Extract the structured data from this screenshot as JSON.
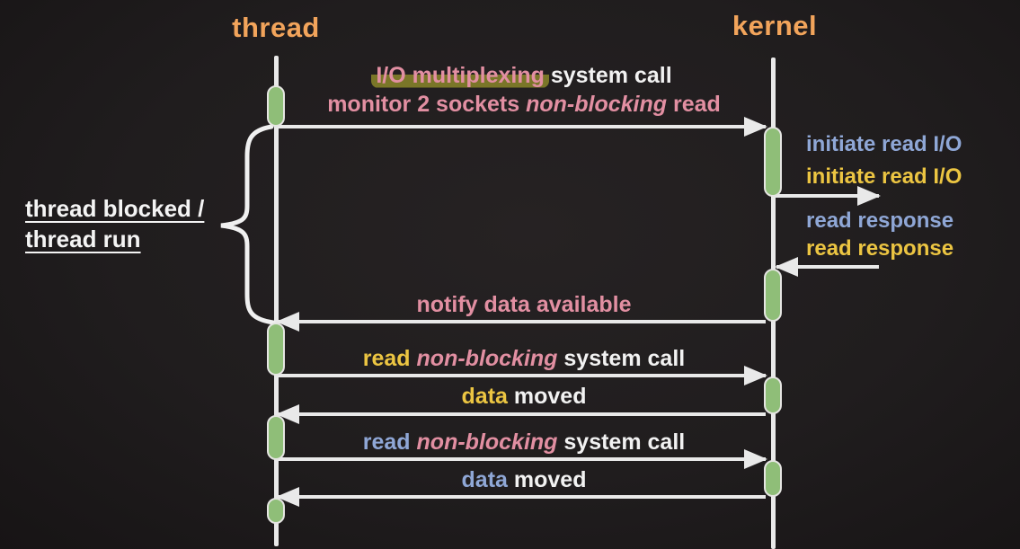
{
  "headers": {
    "left": "thread",
    "right": "kernel"
  },
  "side_annotation": {
    "line1": "thread blocked /",
    "line2": "thread run"
  },
  "messages": [
    {
      "name": "io-multiplexing-system-call",
      "segments": [
        {
          "text": "I/O multiplexing",
          "style": "pink highlighted"
        },
        {
          "text": " system call",
          "style": "white"
        }
      ]
    },
    {
      "name": "monitor-two-sockets",
      "segments": [
        {
          "text": "monitor 2 sockets ",
          "style": "pink"
        },
        {
          "text": "non-blocking",
          "style": "pink italic"
        },
        {
          "text": " read",
          "style": "pink"
        }
      ]
    },
    {
      "name": "notify-data-available",
      "segments": [
        {
          "text": "notify data available",
          "style": "pink"
        }
      ]
    },
    {
      "name": "read-nonblocking-call-1",
      "segments": [
        {
          "text": "read ",
          "style": "yellow"
        },
        {
          "text": "non-blocking",
          "style": "pink italic"
        },
        {
          "text": " system call",
          "style": "white"
        }
      ]
    },
    {
      "name": "data-moved-1",
      "segments": [
        {
          "text": "data",
          "style": "yellow"
        },
        {
          "text": " moved",
          "style": "white"
        }
      ]
    },
    {
      "name": "read-nonblocking-call-2",
      "segments": [
        {
          "text": "read ",
          "style": "blue"
        },
        {
          "text": "non-blocking",
          "style": "pink italic"
        },
        {
          "text": " system call",
          "style": "white"
        }
      ]
    },
    {
      "name": "data-moved-2",
      "segments": [
        {
          "text": "data",
          "style": "blue"
        },
        {
          "text": " moved",
          "style": "white"
        }
      ]
    }
  ],
  "kernel_annotations": [
    {
      "text": "initiate read I/O",
      "color": "blue"
    },
    {
      "text": "initiate read I/O",
      "color": "yellow"
    },
    {
      "text": "read response",
      "color": "blue"
    },
    {
      "text": "read response",
      "color": "yellow"
    }
  ],
  "colors": {
    "background": "#201d1e",
    "header_orange": "#f2a45b",
    "message_pink": "#e28fa2",
    "message_white": "#f2f2f2",
    "socket1_blue": "#8fa7d6",
    "socket2_yellow": "#ecc542",
    "highlight_olive": "#7f7b29",
    "lifeline_white": "#e9e9e9",
    "activation_green": "#8fbe78"
  }
}
